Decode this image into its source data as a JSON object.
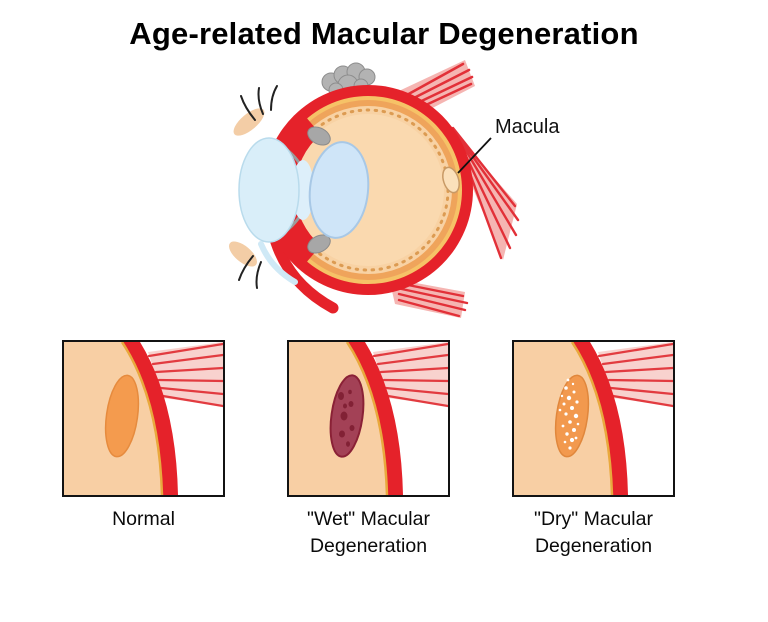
{
  "title": "Age-related Macular Degeneration",
  "eye_diagram": {
    "macula_label": "Macula"
  },
  "panels": [
    {
      "id": "normal",
      "lines": [
        "Normal"
      ],
      "macula_color": "#f49b4e"
    },
    {
      "id": "wet-macular-degeneration",
      "lines": [
        "\"Wet\" Macular",
        "Degeneration"
      ],
      "macula_color": "#a34156"
    },
    {
      "id": "dry-macular-degeneration",
      "lines": [
        "\"Dry\" Macular",
        "Degeneration"
      ],
      "macula_color": "#f2994e"
    }
  ],
  "colors": {
    "sclera_red": "#e5222a",
    "choroid_orange": "#efa45b",
    "retina_peach": "#f8d2a4",
    "lens_blue": "#cfe5f8",
    "cornea_blue": "#d9eef9",
    "macula_normal": "#f49b4e",
    "macula_wet": "#a34156",
    "macula_dry": "#f2994e"
  }
}
